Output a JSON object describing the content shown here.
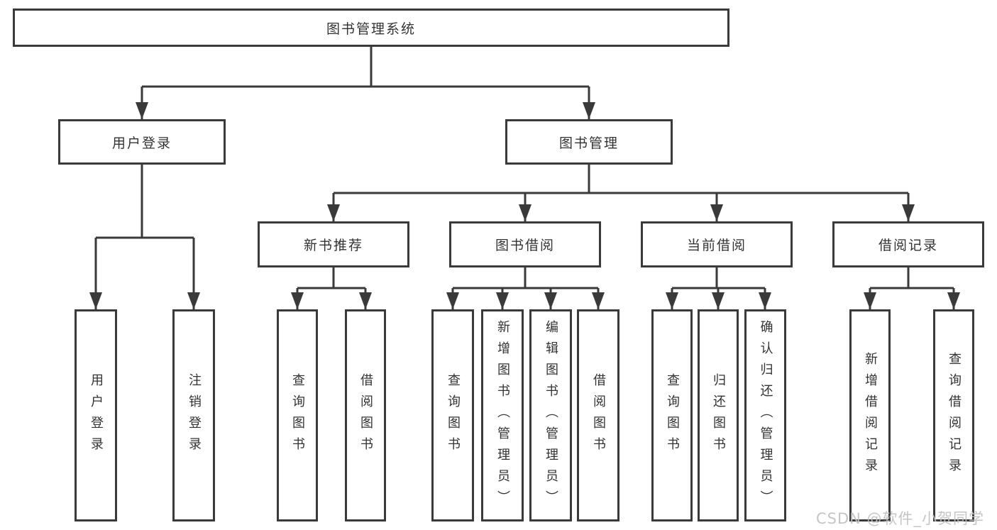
{
  "tree": {
    "root": {
      "label": "图书管理系统",
      "children": [
        {
          "label": "用户登录",
          "children": [
            {
              "label": "用户登录"
            },
            {
              "label": "注销登录"
            }
          ]
        },
        {
          "label": "图书管理",
          "children": [
            {
              "label": "新书推荐",
              "children": [
                {
                  "label": "查询图书"
                },
                {
                  "label": "借阅图书"
                }
              ]
            },
            {
              "label": "图书借阅",
              "children": [
                {
                  "label": "查询图书"
                },
                {
                  "label": "新增图书（管理员）"
                },
                {
                  "label": "编辑图书（管理员）"
                },
                {
                  "label": "借阅图书"
                }
              ]
            },
            {
              "label": "当前借阅",
              "children": [
                {
                  "label": "查询图书"
                },
                {
                  "label": "归还图书"
                },
                {
                  "label": "确认归还（管理员）"
                }
              ]
            },
            {
              "label": "借阅记录",
              "children": [
                {
                  "label": "新增借阅记录"
                },
                {
                  "label": "查询借阅记录"
                }
              ]
            }
          ]
        }
      ]
    }
  },
  "watermark": {
    "text": "CSDN @软件_小贺同学"
  },
  "colors": {
    "line": "#3a3a3a",
    "text": "#333333",
    "watermark": "#c6c6c6",
    "background": "#ffffff"
  }
}
